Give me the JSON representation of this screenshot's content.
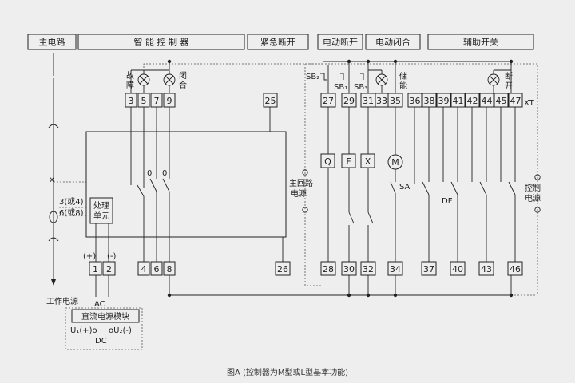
{
  "headers": [
    "主电路",
    "智 能 控 制 器",
    "紧急断开",
    "电动断开",
    "电动闭合",
    "辅助开关"
  ],
  "labels": {
    "fault_a": "故",
    "fault_b": "障",
    "close_a": "闭",
    "close_b": "合",
    "store_a": "储",
    "store_b": "能",
    "open_a": "断",
    "open_b": "开",
    "contact_0a": "0",
    "contact_0b": "0",
    "sb2": "SB₂",
    "sb1": "SB₁",
    "sb3": "SB₃",
    "xt": "XT",
    "main_ps_1": "主回路",
    "main_ps_2": "电源",
    "ctrl_ps_1": "控制",
    "ctrl_ps_2": "电源",
    "ct_1": "3(或4)",
    "ct_2": "6(或8)",
    "proc_1": "处理",
    "proc_2": "单元",
    "plus": "(+)",
    "minus": "(-)",
    "work_ps": "工作电源",
    "ac": "AC",
    "dc_module": "直流电源模块",
    "u1": "U₁(+)o",
    "u2": "oU₂(-)",
    "dc": "DC",
    "sa": "SA",
    "df": "DF",
    "coil_q": "Q",
    "coil_f": "F",
    "coil_x": "X",
    "motor": "M"
  },
  "terminals_top": [
    "3",
    "5",
    "7",
    "9",
    "25",
    "27",
    "29",
    "31",
    "33",
    "35",
    "36",
    "38",
    "39",
    "41",
    "42",
    "44",
    "45",
    "47"
  ],
  "terminals_bottom": [
    "1",
    "2",
    "4",
    "6",
    "8",
    "26",
    "28",
    "30",
    "32",
    "34",
    "37",
    "40",
    "43",
    "46"
  ],
  "caption": "图A (控制器为M型或L型基本功能)"
}
